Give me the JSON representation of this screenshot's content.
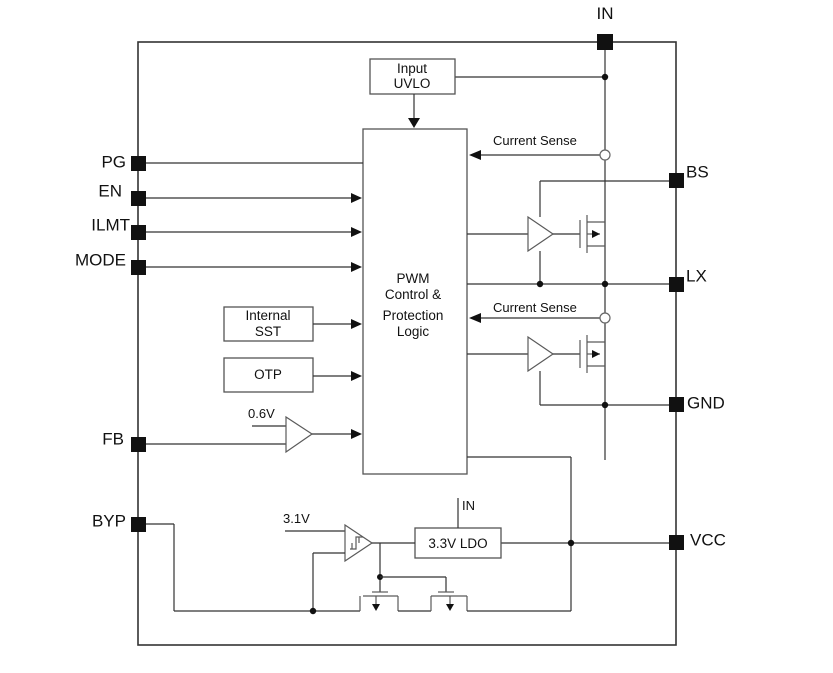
{
  "pins": {
    "in": "IN",
    "pg": "PG",
    "en": "EN",
    "ilmt": "ILMT",
    "mode": "MODE",
    "fb": "FB",
    "byp": "BYP",
    "bs": "BS",
    "lx": "LX",
    "gnd": "GND",
    "vcc": "VCC"
  },
  "blocks": {
    "uvlo_line1": "Input",
    "uvlo_line2": "UVLO",
    "pwm_line1": "PWM",
    "pwm_line2": "Control &",
    "pwm_line3": "Protection",
    "pwm_line4": "Logic",
    "sst_line1": "Internal",
    "sst_line2": "SST",
    "otp": "OTP",
    "ldo": "3.3V LDO"
  },
  "labels": {
    "current_sense_high": "Current Sense",
    "current_sense_low": "Current Sense",
    "ref_fb": "0.6V",
    "ref_byp": "3.1V",
    "ldo_in": "IN"
  }
}
